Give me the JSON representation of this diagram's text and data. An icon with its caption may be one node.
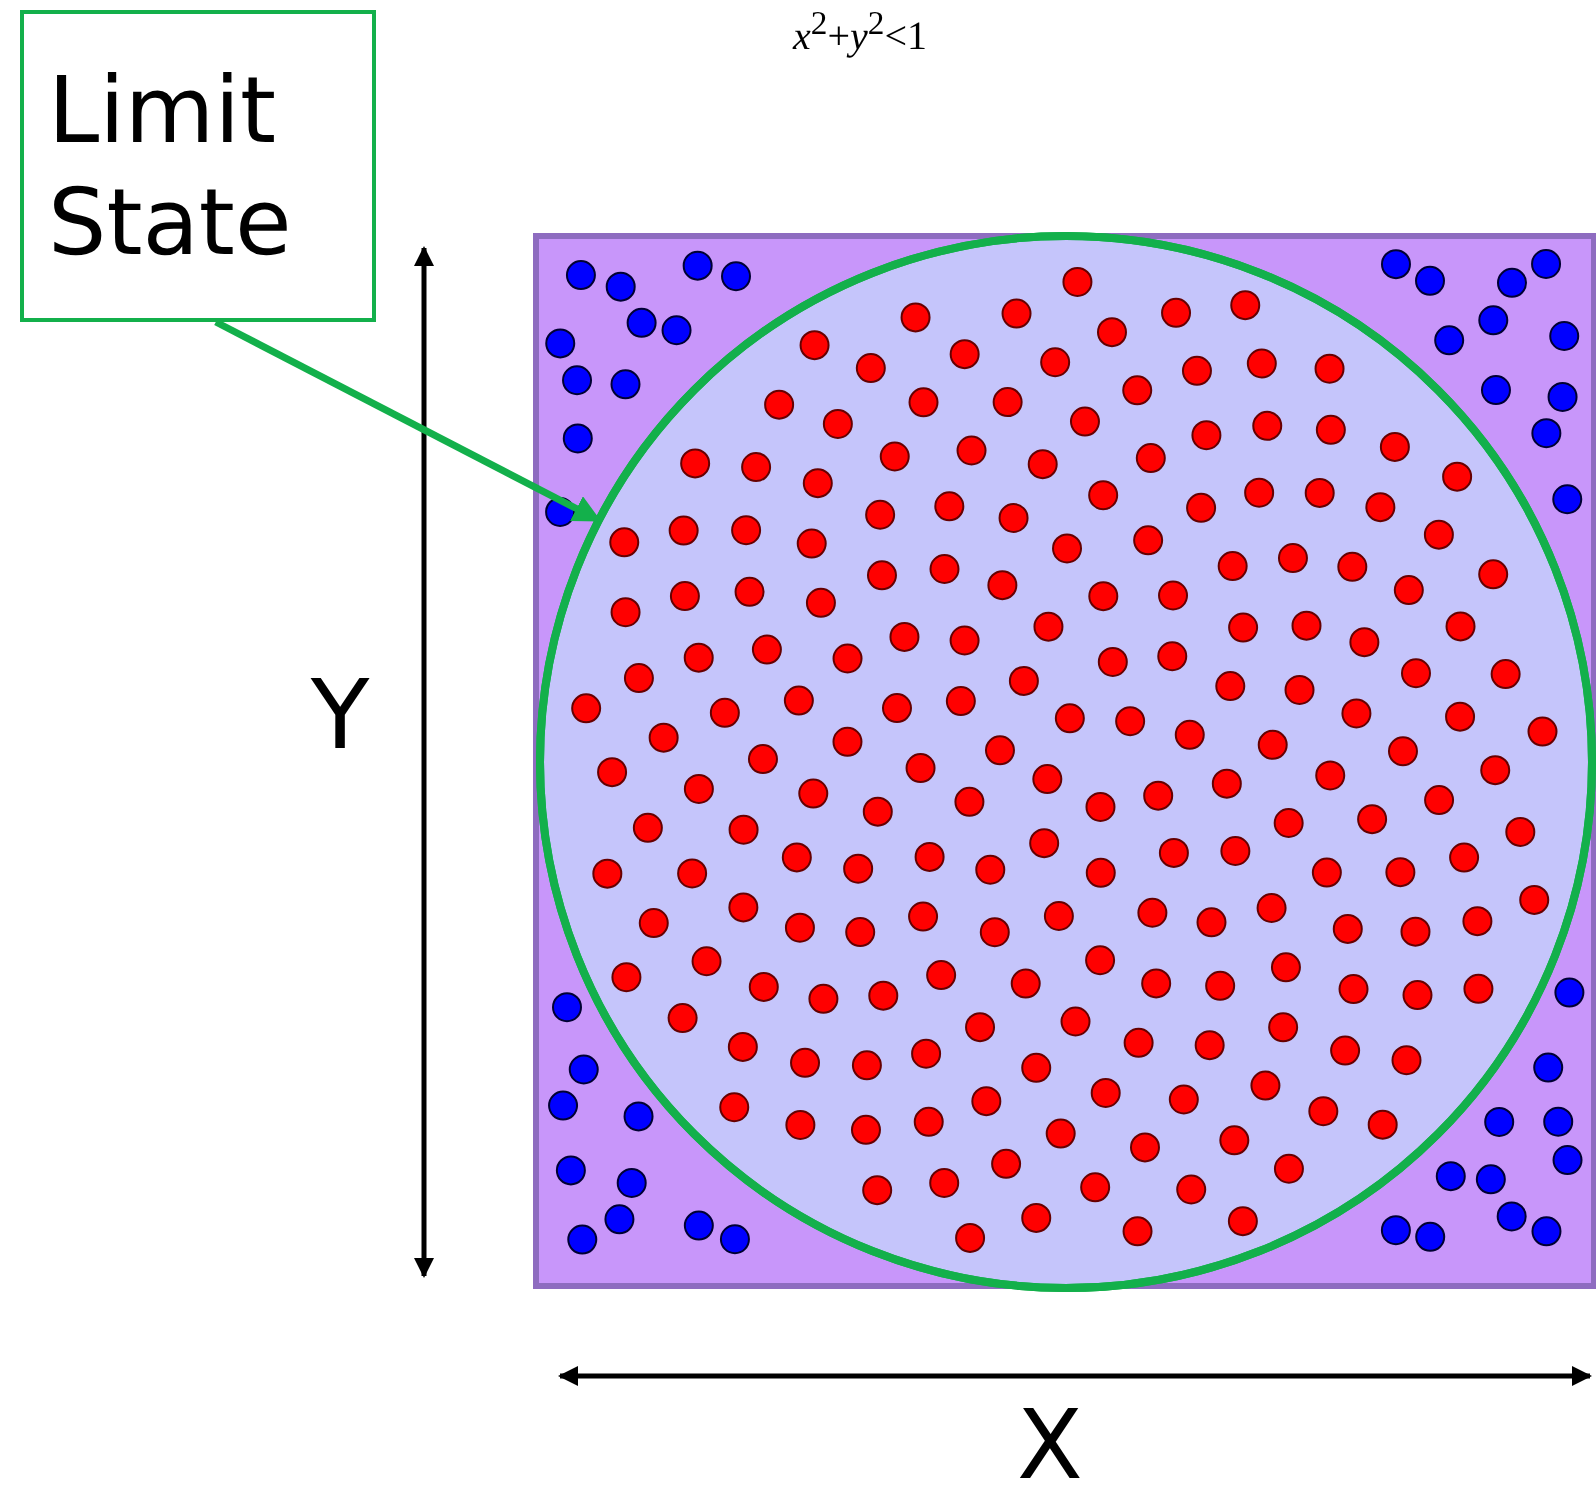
{
  "diagram": {
    "nodes": [
      {
        "text": [
          "Limit State"
        ]
      },
      {
        "text": [],
        "shape": "circle"
      }
    ],
    "edges": [
      {
        "from": 0,
        "to": 1,
        "arrow": "to",
        "color": "#13b04b"
      }
    ],
    "labels": [
      "*x*$^{2}$+*y*$^{2}$<1",
      "Y",
      "X"
    ]
  }
}
